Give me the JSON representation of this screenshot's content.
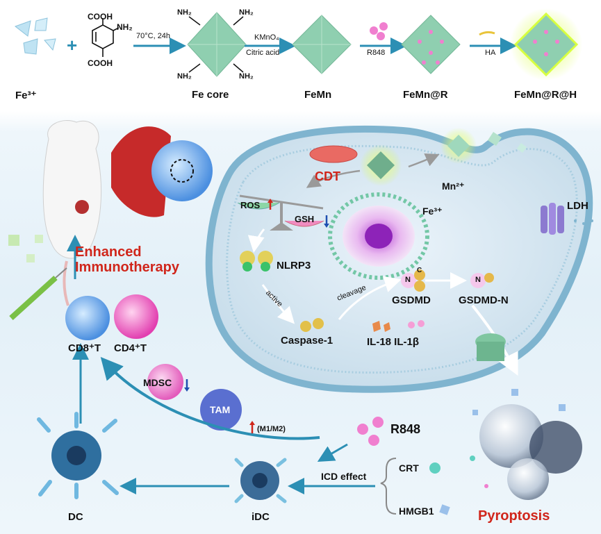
{
  "synthesis": {
    "fe3": "Fe³⁺",
    "cooh_top": "COOH",
    "nh2_ligand": "NH₂",
    "cooh_bottom": "COOH",
    "cond1_top": "70°C,  24h",
    "core_nh2": "NH₂",
    "kmno4": "KMnO₄",
    "citric": "Citric acid",
    "r848_arrow": "R848",
    "ha_arrow": "HA",
    "labels": [
      "Fe core",
      "FeMn",
      "FeMn@R",
      "FeMn@R@H"
    ]
  },
  "cell": {
    "cdt": "CDT",
    "mn": "Mn²⁺",
    "fe": "Fe³⁺",
    "ros": "ROS",
    "gsh": "GSH",
    "nlrp3": "NLRP3",
    "active": "active",
    "caspase": "Caspase-1",
    "cleavage": "cleavage",
    "gsdmd": "GSDMD",
    "gsdmdn": "GSDMD-N",
    "n": "N",
    "c": "C",
    "il": "IL-18  IL-1β",
    "ldh": "LDH"
  },
  "immune": {
    "enhanced_line1": "Enhanced",
    "enhanced_line2": "Immunotherapy",
    "cd8": "CD8⁺T",
    "cd4": "CD4⁺T",
    "mdsc": "MDSC",
    "tam": "TAM",
    "m1m2": "(M1/M2)",
    "r848": "R848",
    "crt": "CRT",
    "hmgb1": "HMGB1",
    "icd": "ICD effect",
    "idc": "iDC",
    "dc": "DC",
    "pyroptosis": "Pyroptosis"
  },
  "colors": {
    "arrow_blue": "#2c8fb4",
    "red_label": "#d0261b",
    "octahedron": "#8fcfb0",
    "membrane": "#7fb4cf"
  }
}
